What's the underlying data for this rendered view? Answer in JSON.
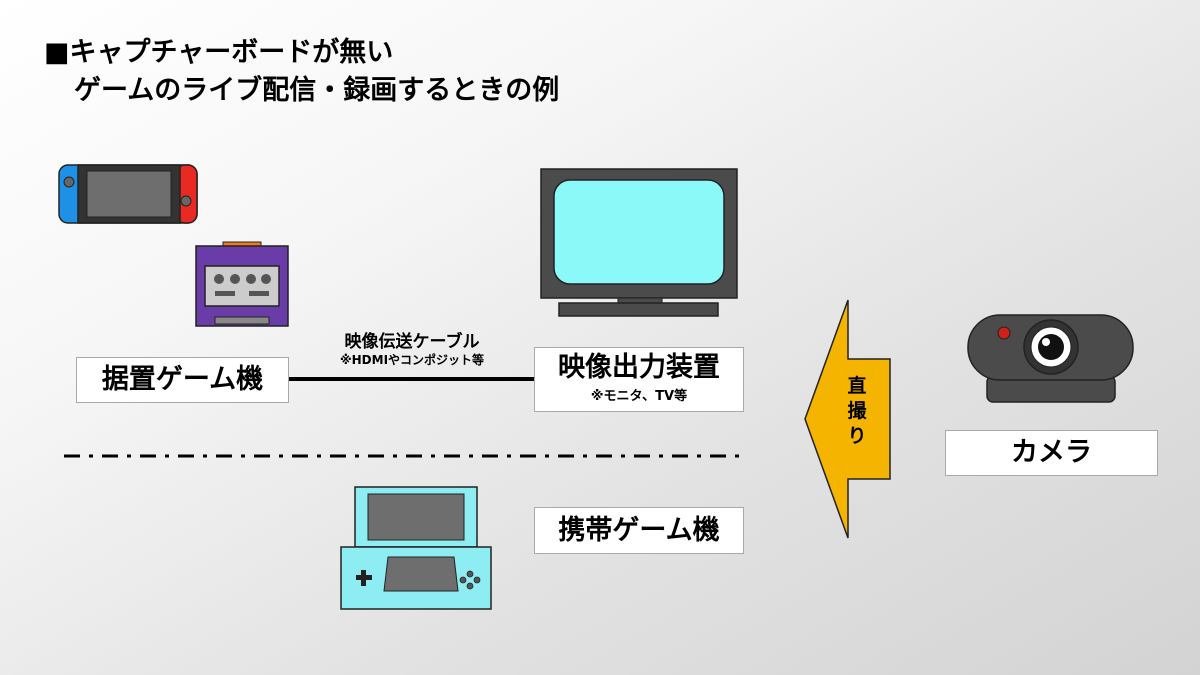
{
  "title": {
    "line1": "■キャプチャーボードが無い",
    "line2": "ゲームのライブ配信・録画するときの例"
  },
  "boxes": {
    "stationary_console": "据置ゲーム機",
    "video_output": "映像出力装置",
    "video_output_note": "※モニタ、TV等",
    "handheld_console": "携帯ゲーム機",
    "camera": "カメラ"
  },
  "cable": {
    "label": "映像伝送ケーブル",
    "note": "※HDMIやコンポジット等"
  },
  "arrow": {
    "chars": [
      "直",
      "撮",
      "り"
    ],
    "color": "#F5B400"
  },
  "colors": {
    "screen": "#8CF9F9",
    "monitor_body": "#4B4B4B",
    "console_purple": "#6A3CA8",
    "joycon_blue": "#1E90E6",
    "joycon_red": "#E82A22",
    "handheld_body": "#8EEDF2"
  },
  "icons": [
    "switch-console-icon",
    "gamecube-console-icon",
    "monitor-icon",
    "webcam-icon",
    "handheld-console-icon"
  ]
}
